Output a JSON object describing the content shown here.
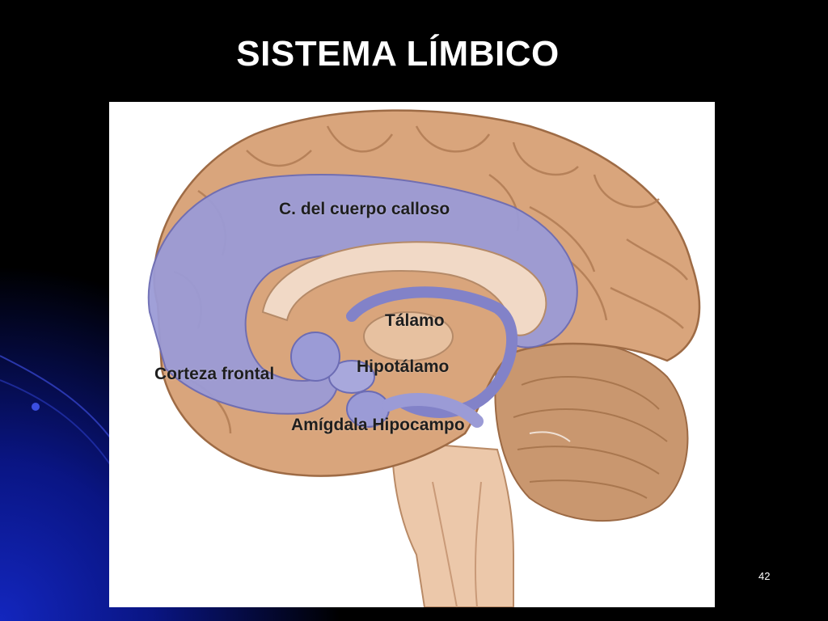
{
  "slide": {
    "title": "SISTEMA LÍMBICO",
    "page_number": "42"
  },
  "labels": {
    "cingulate": "C. del cuerpo calloso",
    "thalamus": "Tálamo",
    "hypothalamus": "Hipotálamo",
    "frontal_cortex": "Corteza frontal",
    "amygdala_hippocampus": "Amígdala Hipocampo"
  },
  "colors": {
    "background": "#000000",
    "accent_blue": "#0a1a9a",
    "brain_cortex": "#d9a57c",
    "limbic_highlight": "#9b9bd6",
    "cerebellum": "#c9976f",
    "brainstem": "#e8c3a5"
  }
}
